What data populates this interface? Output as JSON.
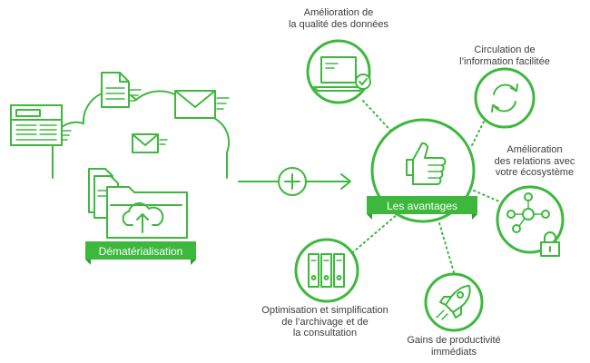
{
  "colors": {
    "accent": "#3db83d",
    "accent_dark": "#2f9e2f",
    "text": "#3c3c3c",
    "background": "#ffffff"
  },
  "left": {
    "banner": "Dématérialisation"
  },
  "center": {
    "banner": "Les avantages"
  },
  "benefits": {
    "quality": {
      "lines": [
        "Amélioration de",
        "la qualité des données"
      ],
      "icon": "monitor-check-icon"
    },
    "circulation": {
      "lines": [
        "Circulation de",
        "l’information facilitée"
      ],
      "icon": "refresh-icon"
    },
    "relations": {
      "lines": [
        "Amélioration",
        "des relations avec",
        "votre écosystème"
      ],
      "icon": "network-lock-icon"
    },
    "productivity": {
      "lines": [
        "Gains de productivité",
        "immédiats"
      ],
      "icon": "rocket-icon"
    },
    "archiving": {
      "lines": [
        "Optimisation et simplification",
        "de l’archivage et de",
        "la consultation"
      ],
      "icon": "binders-icon"
    }
  },
  "hub_icon": "thumbs-up-icon",
  "connector_icon": "plus-circle-arrow-icon"
}
